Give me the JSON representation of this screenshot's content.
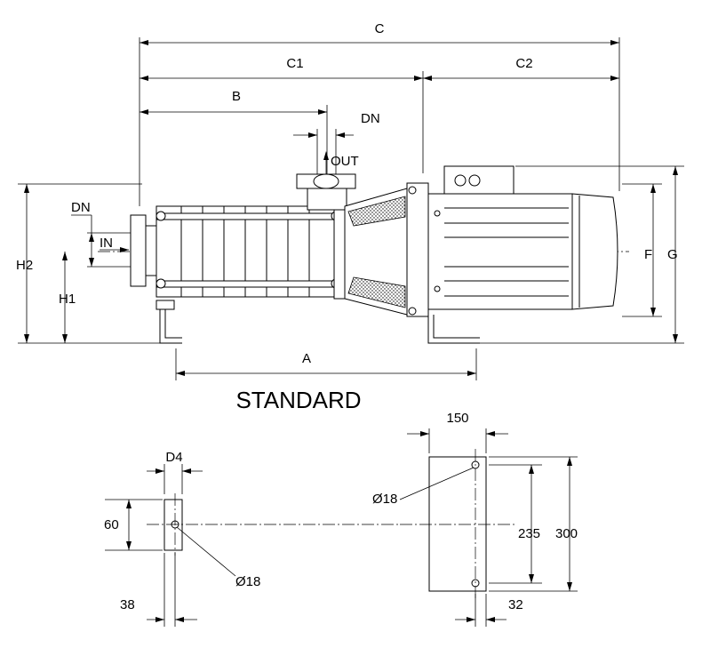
{
  "top_view": {
    "dims": {
      "c": "C",
      "c1": "C1",
      "c2": "C2",
      "b": "B",
      "dn_out": "DN",
      "out": "OUT",
      "dn_in": "DN",
      "in": "IN",
      "h2": "H2",
      "h1": "H1",
      "f": "F",
      "g": "G",
      "a": "A"
    },
    "title": "STANDARD"
  },
  "foot_small": {
    "width_label": "D4",
    "height_label": "60",
    "hole_label": "Ø18",
    "offset_label": "38"
  },
  "foot_large": {
    "width_label": "150",
    "hole_label": "Ø18",
    "spacing_label": "235",
    "height_label": "300",
    "offset_label": "32"
  }
}
